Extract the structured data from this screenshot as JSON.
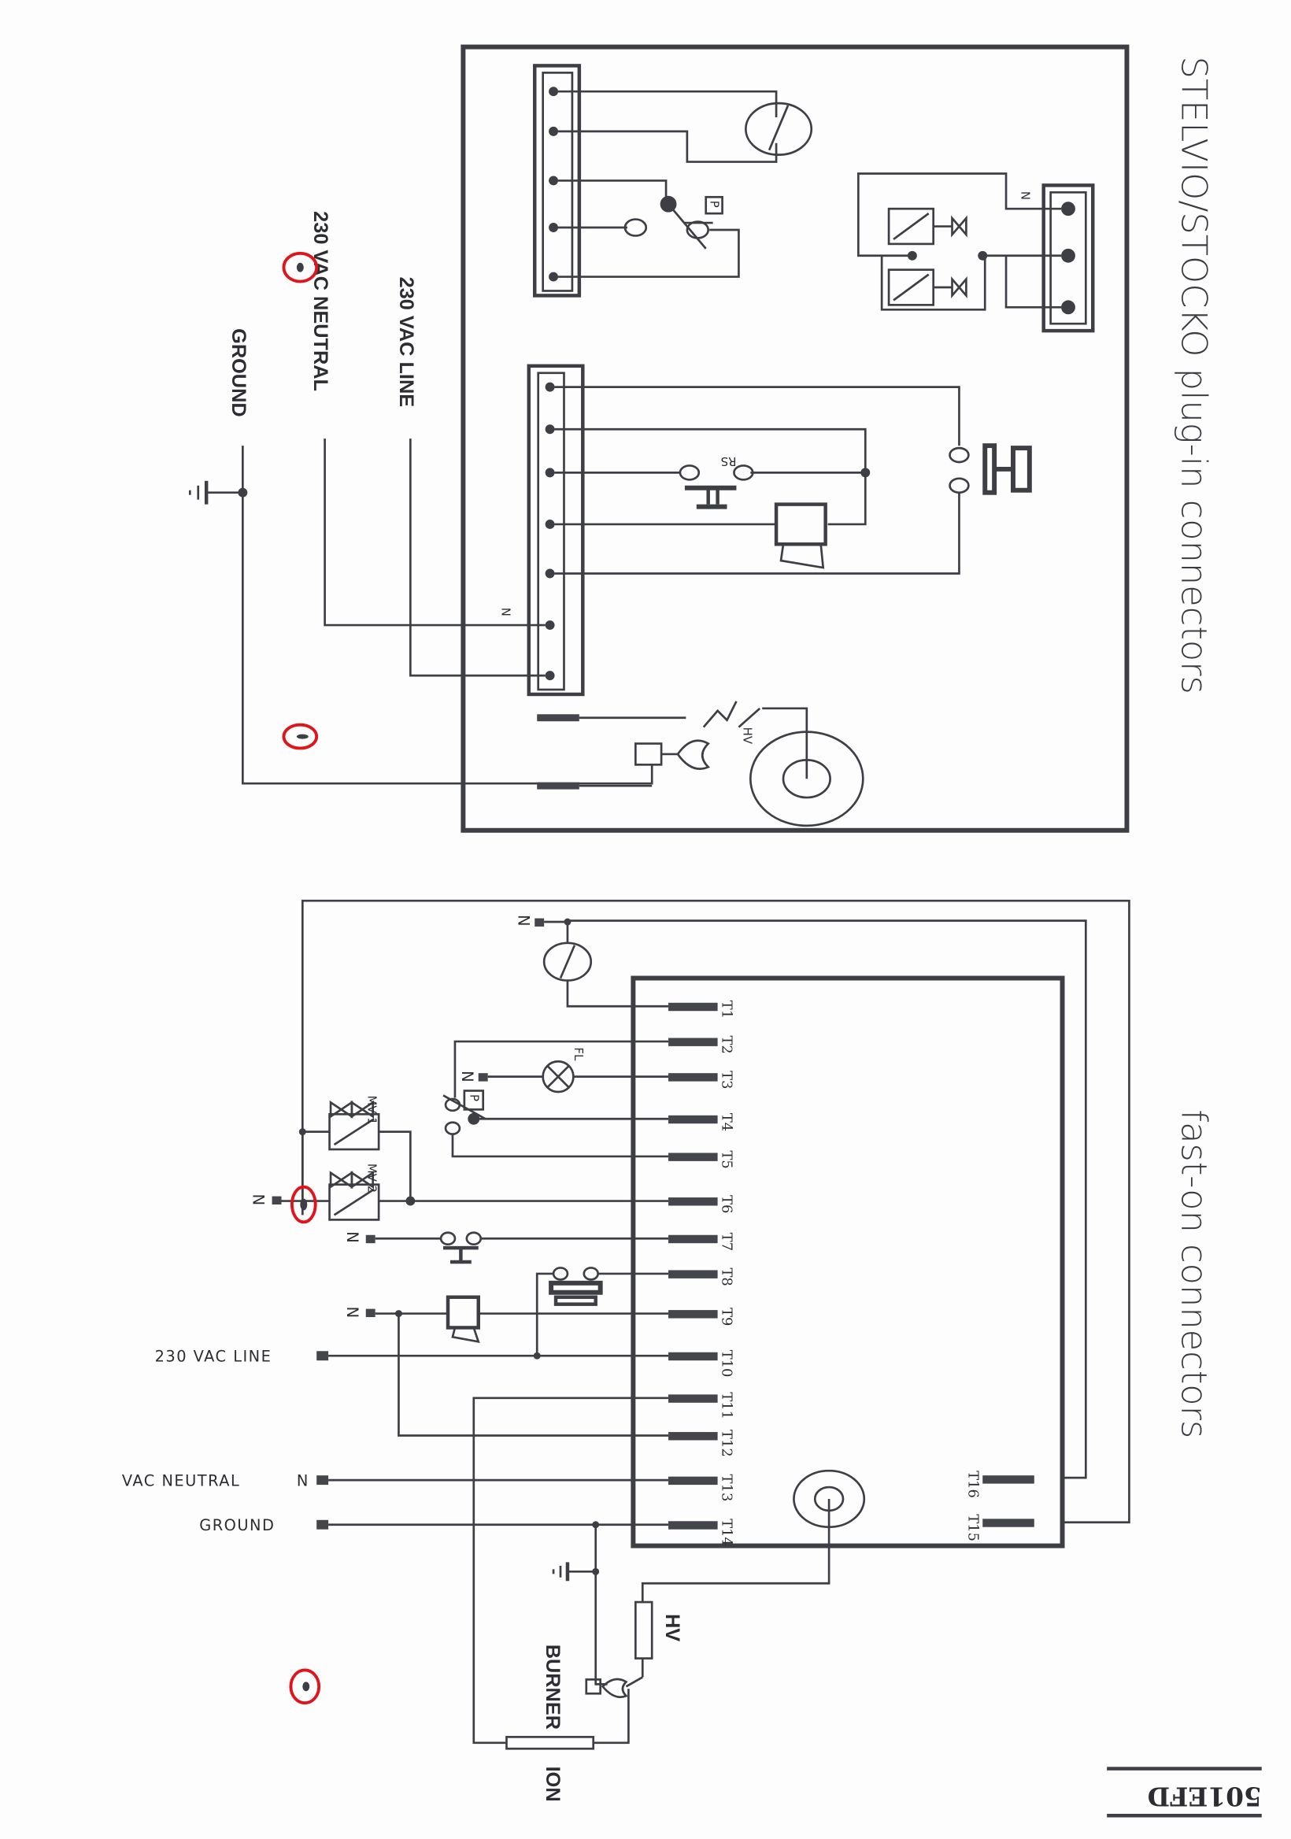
{
  "document": {
    "top_section": {
      "title": "STELVIO/STOCKO plug-in connectors",
      "labels": {
        "line": "230 VAC LINE",
        "neutral": "230 VAC NEUTRAL",
        "ground": "GROUND",
        "neutral_mark": "N",
        "rs": "RS",
        "hv": "HV",
        "p": "P"
      }
    },
    "bottom_section": {
      "title": "fast-on connectors",
      "terminals": [
        "T1",
        "T2",
        "T3",
        "T4",
        "T5",
        "T6",
        "T7",
        "T8",
        "T9",
        "T10",
        "T11",
        "T12",
        "T13",
        "T14"
      ],
      "terminals_right": [
        "T16",
        "T15"
      ],
      "labels": {
        "line": "230 VAC LINE",
        "neutral": "VAC NEUTRAL",
        "ground": "GROUND",
        "neutral_mark": "N",
        "fl": "FL",
        "p": "P",
        "mv1": "MV 1",
        "mv2": "MV 2",
        "hv": "HV",
        "burner": "BURNER",
        "ion": "ION"
      }
    },
    "logo": "501EFD",
    "annotation_color": "#e0141b",
    "annotations": [
      {
        "target": "top-neutral-label-mark"
      },
      {
        "target": "top-burner-ground-mark"
      },
      {
        "target": "bottom-n-mv2-mark"
      },
      {
        "target": "bottom-burner-mark"
      }
    ]
  }
}
